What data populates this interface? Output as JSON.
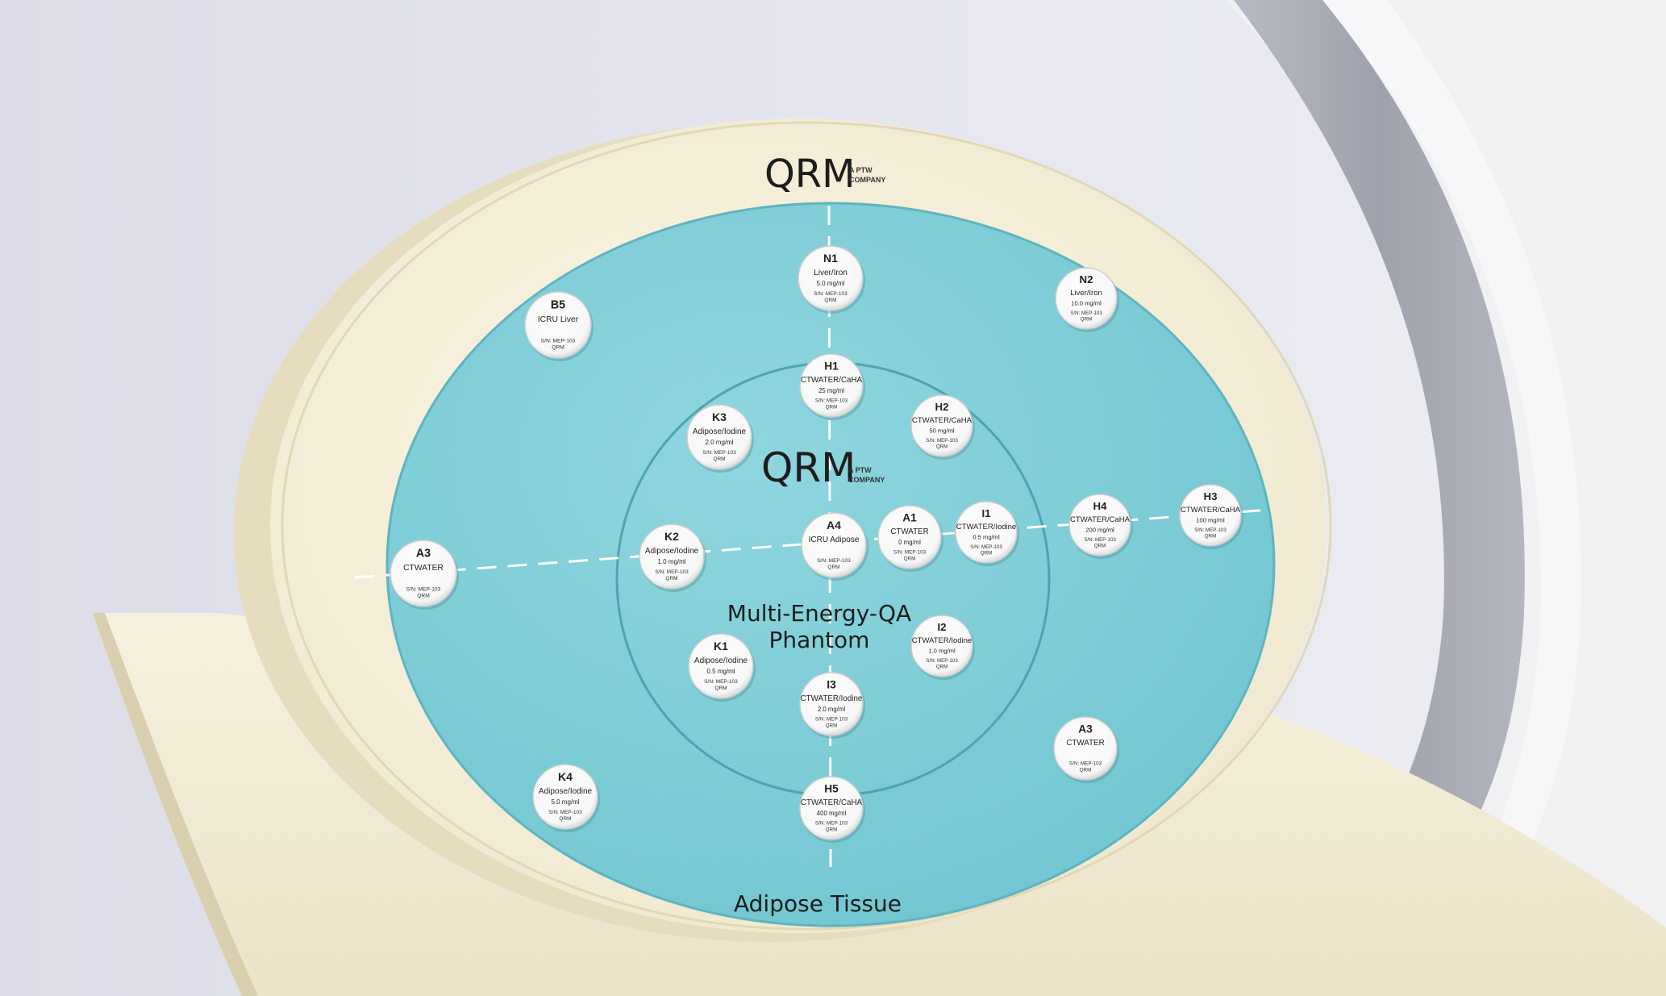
{
  "logo_top": {
    "brand": "QRM",
    "line1": "A PTW",
    "line2": "COMPANY"
  },
  "logo_center": {
    "brand": "QRM",
    "line1": "A PTW",
    "line2": "COMPANY"
  },
  "phantom_title": {
    "line1": "Multi-Energy-QA",
    "line2": "Phantom"
  },
  "body_label": "Adipose Tissue",
  "colors": {
    "phantom_body": "#f4eed8",
    "insert_plate": "#7fcfd9",
    "background": "#e6e7ef",
    "scanner_ring": "#a9abb4"
  },
  "inserts": {
    "n1": {
      "id": "N1",
      "material": "Liver/Iron",
      "conc": "5.0 mg/ml",
      "serial": "S/N: MEP-103",
      "maker": "QRM"
    },
    "n2": {
      "id": "N2",
      "material": "Liver/Iron",
      "conc": "10.0 mg/ml",
      "serial": "S/N: MEP-103",
      "maker": "QRM"
    },
    "b5": {
      "id": "B5",
      "material": "ICRU Liver",
      "conc": "",
      "serial": "S/N: MEP-103",
      "maker": "QRM"
    },
    "h1": {
      "id": "H1",
      "material": "CTWATER/CaHA",
      "conc": "25 mg/ml",
      "serial": "S/N: MEP-103",
      "maker": "QRM"
    },
    "h2": {
      "id": "H2",
      "material": "CTWATER/CaHA",
      "conc": "50 mg/ml",
      "serial": "S/N: MEP-103",
      "maker": "QRM"
    },
    "k3": {
      "id": "K3",
      "material": "Adipose/Iodine",
      "conc": "2.0 mg/ml",
      "serial": "S/N: MEP-103",
      "maker": "QRM"
    },
    "a3_left": {
      "id": "A3",
      "material": "CTWATER",
      "conc": "",
      "serial": "S/N: MEP-103",
      "maker": "QRM"
    },
    "k2": {
      "id": "K2",
      "material": "Adipose/Iodine",
      "conc": "1.0 mg/ml",
      "serial": "S/N: MEP-103",
      "maker": "QRM"
    },
    "a4": {
      "id": "A4",
      "material": "ICRU Adipose",
      "conc": "",
      "serial": "S/N: MEP-103",
      "maker": "QRM"
    },
    "a1": {
      "id": "A1",
      "material": "CTWATER",
      "conc": "0 mg/ml",
      "serial": "S/N: MEP-103",
      "maker": "QRM"
    },
    "i1": {
      "id": "I1",
      "material": "CTWATER/Iodine",
      "conc": "0.5 mg/ml",
      "serial": "S/N: MEP-103",
      "maker": "QRM"
    },
    "h4": {
      "id": "H4",
      "material": "CTWATER/CaHA",
      "conc": "200 mg/ml",
      "serial": "S/N: MEP-103",
      "maker": "QRM"
    },
    "h3": {
      "id": "H3",
      "material": "CTWATER/CaHA",
      "conc": "100 mg/ml",
      "serial": "S/N: MEP-103",
      "maker": "QRM"
    },
    "k1": {
      "id": "K1",
      "material": "Adipose/Iodine",
      "conc": "0.5 mg/ml",
      "serial": "S/N: MEP-103",
      "maker": "QRM"
    },
    "i2": {
      "id": "I2",
      "material": "CTWATER/Iodine",
      "conc": "1.0 mg/ml",
      "serial": "S/N: MEP-103",
      "maker": "QRM"
    },
    "i3": {
      "id": "I3",
      "material": "CTWATER/Iodine",
      "conc": "2.0 mg/ml",
      "serial": "S/N: MEP-103",
      "maker": "QRM"
    },
    "k4": {
      "id": "K4",
      "material": "Adipose/Iodine",
      "conc": "5.0 mg/ml",
      "serial": "S/N: MEP-103",
      "maker": "QRM"
    },
    "h5": {
      "id": "H5",
      "material": "CTWATER/CaHA",
      "conc": "400 mg/ml",
      "serial": "S/N: MEP-103",
      "maker": "QRM"
    },
    "a3_right": {
      "id": "A3",
      "material": "CTWATER",
      "conc": "",
      "serial": "S/N: MEP-103",
      "maker": "QRM"
    }
  }
}
